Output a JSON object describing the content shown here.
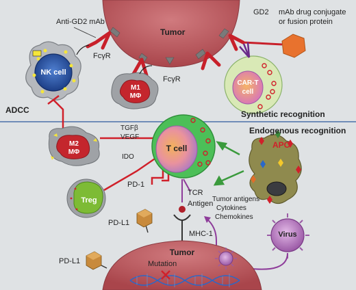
{
  "labels": {
    "anti_gd2": "Anti-GD2 mAb",
    "tumor_top": "Tumor",
    "gd2": "GD2",
    "mab_conj_line1": "mAb drug conjugate",
    "mab_conj_line2": "or fusion protein",
    "fcgr_nk": "FcγR",
    "fcgr_m1": "FcγR",
    "nk_cell": "NK cell",
    "m1_line1": "M1",
    "m1_line2": "MΦ",
    "cart_line1": "CAR-T",
    "cart_line2": "cell",
    "adcc": "ADCC",
    "synthetic": "Synthetic recognition",
    "endogenous": "Endogenous recognition",
    "tgfb": "TGFβ",
    "vegf": "VEGF",
    "ido": "IDO",
    "m2_line1": "M2",
    "m2_line2": "MΦ",
    "t_cell": "T cell",
    "apc": "APC",
    "pd1": "PD-1",
    "treg": "Treg",
    "tcr": "TCR",
    "antigen": "Antigen",
    "tumor_antigens": "Tumor antigens",
    "cytokines": "Cytokines",
    "chemokines": "Chemokines",
    "mhc1": "MHC-1",
    "pdl1_a": "PD-L1",
    "pdl1_b": "PD-L1",
    "virus": "Virus",
    "tumor_bottom": "Tumor",
    "mutation": "Mutation"
  },
  "colors": {
    "background": "#dfe2e4",
    "tumor_fill": "#b9555a",
    "divider": "#4a6fa8",
    "t_cell_green": "#3db54a",
    "inhibit_red": "#d0202a",
    "activate_green": "#3a9a3c",
    "pathway_purple": "#8e3c9a",
    "apc_olive": "#8f8a4e",
    "pdl1_orange": "#c88a3c"
  }
}
